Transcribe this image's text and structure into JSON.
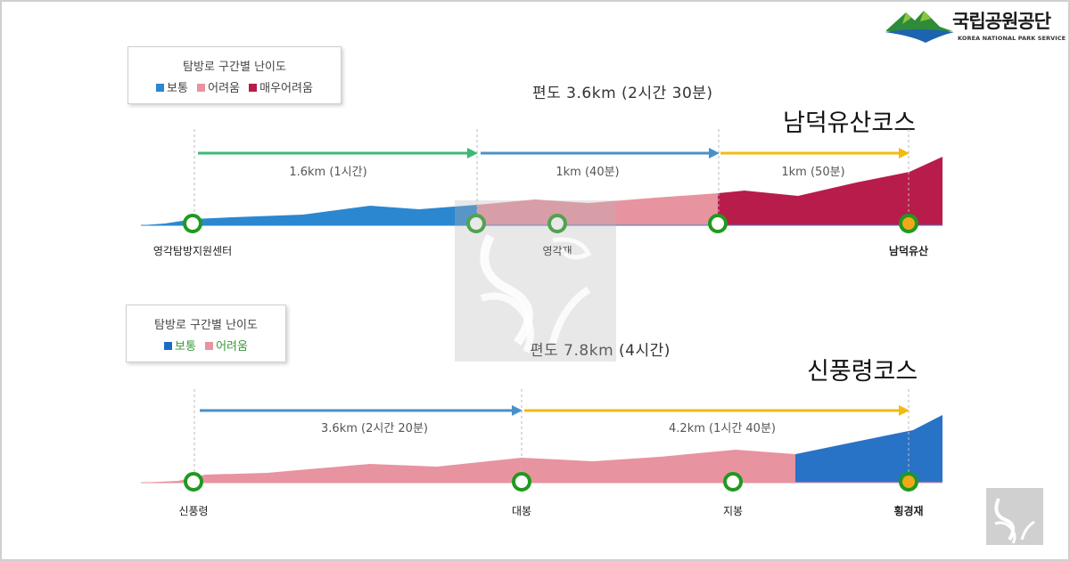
{
  "logo": {
    "name": "국립공원공단",
    "subtitle": "KOREA NATIONAL PARK SERVICE"
  },
  "colors": {
    "easy": "#2b87d0",
    "hard": "#e893a0",
    "very_hard": "#b81c4a",
    "arrow_green": "#3cb878",
    "arrow_blue": "#4a90c8",
    "arrow_yellow": "#f2bb0f",
    "station_ring": "#1f9a1f",
    "summit_fill": "#f2a81a"
  },
  "course1": {
    "legend": {
      "title": "탐방로 구간별 난이도",
      "items": [
        {
          "label": "보통",
          "color": "#2b87d0"
        },
        {
          "label": "어려움",
          "color": "#e893a0"
        },
        {
          "label": "매우어려움",
          "color": "#b81c4a"
        }
      ]
    },
    "summary": "편도 3.6km (2시간 30분)",
    "name": "남덕유산코스",
    "segments": [
      {
        "label": "1.6km (1시간)",
        "difficulty": "easy",
        "arrow": "green"
      },
      {
        "label": "1km (40분)",
        "difficulty": "hard",
        "arrow": "blue"
      },
      {
        "label": "1km (50분)",
        "difficulty": "very_hard",
        "arrow": "yellow"
      }
    ],
    "stations": [
      {
        "label": "영각탐방지원센터",
        "summit": false
      },
      {
        "label": "",
        "summit": false
      },
      {
        "label": "영각재",
        "summit": false
      },
      {
        "label": "",
        "summit": false
      },
      {
        "label": "남덕유산",
        "summit": true
      }
    ]
  },
  "course2": {
    "legend": {
      "title": "탐방로 구간별 난이도",
      "items": [
        {
          "label": "보통",
          "color": "#2b87d0"
        },
        {
          "label": "어려움",
          "color": "#e893a0"
        }
      ]
    },
    "summary": "편도 7.8km (4시간)",
    "name": "신풍령코스",
    "segments": [
      {
        "label": "3.6km (2시간 20분)",
        "arrow": "blue"
      },
      {
        "label": "4.2km (1시간 40분)",
        "arrow": "yellow"
      }
    ],
    "stations": [
      {
        "label": "신풍령",
        "summit": false
      },
      {
        "label": "대봉",
        "summit": false
      },
      {
        "label": "지봉",
        "summit": false
      },
      {
        "label": "횡경재",
        "summit": true
      }
    ]
  }
}
